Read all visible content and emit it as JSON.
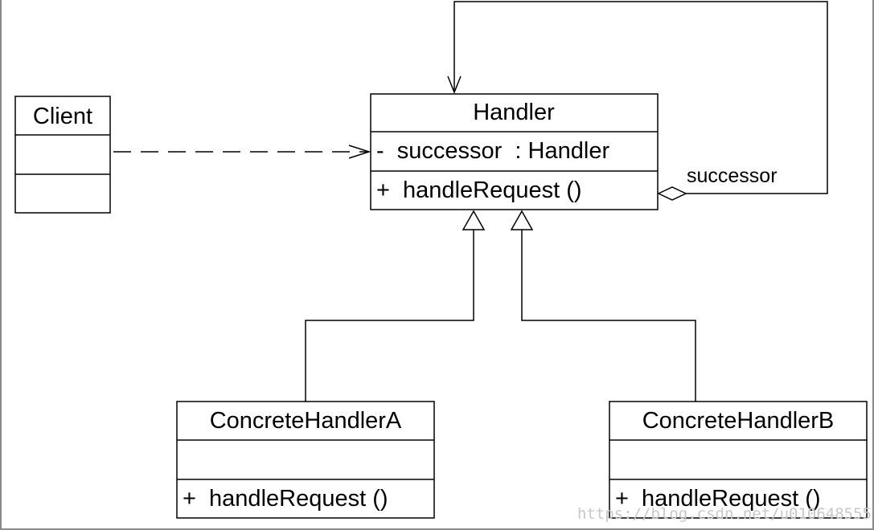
{
  "diagram": {
    "colors": {
      "stroke": "#000000",
      "background": "#ffffff",
      "frame": "#8a8a8a",
      "watermark": "#c8c8c8"
    },
    "classes": {
      "client": {
        "name": "Client",
        "attributes": [],
        "operations": []
      },
      "handler": {
        "name": "Handler",
        "attributes": [
          "-  successor  : Handler"
        ],
        "operations": [
          "+  handleRequest ()"
        ]
      },
      "concrete_a": {
        "name": "ConcreteHandlerA",
        "attributes": [],
        "operations": [
          "+  handleRequest ()"
        ]
      },
      "concrete_b": {
        "name": "ConcreteHandlerB",
        "attributes": [],
        "operations": [
          "+  handleRequest ()"
        ]
      }
    },
    "relations": {
      "dependency": {
        "from": "Client",
        "to": "Handler",
        "kind": "dependency"
      },
      "self_aggregation": {
        "from": "Handler",
        "to": "Handler",
        "kind": "aggregation",
        "role_label": "successor"
      },
      "generalization_a": {
        "from": "ConcreteHandlerA",
        "to": "Handler",
        "kind": "generalization"
      },
      "generalization_b": {
        "from": "ConcreteHandlerB",
        "to": "Handler",
        "kind": "generalization"
      }
    },
    "watermark": "https://blog.csdn.net/u010648555"
  }
}
